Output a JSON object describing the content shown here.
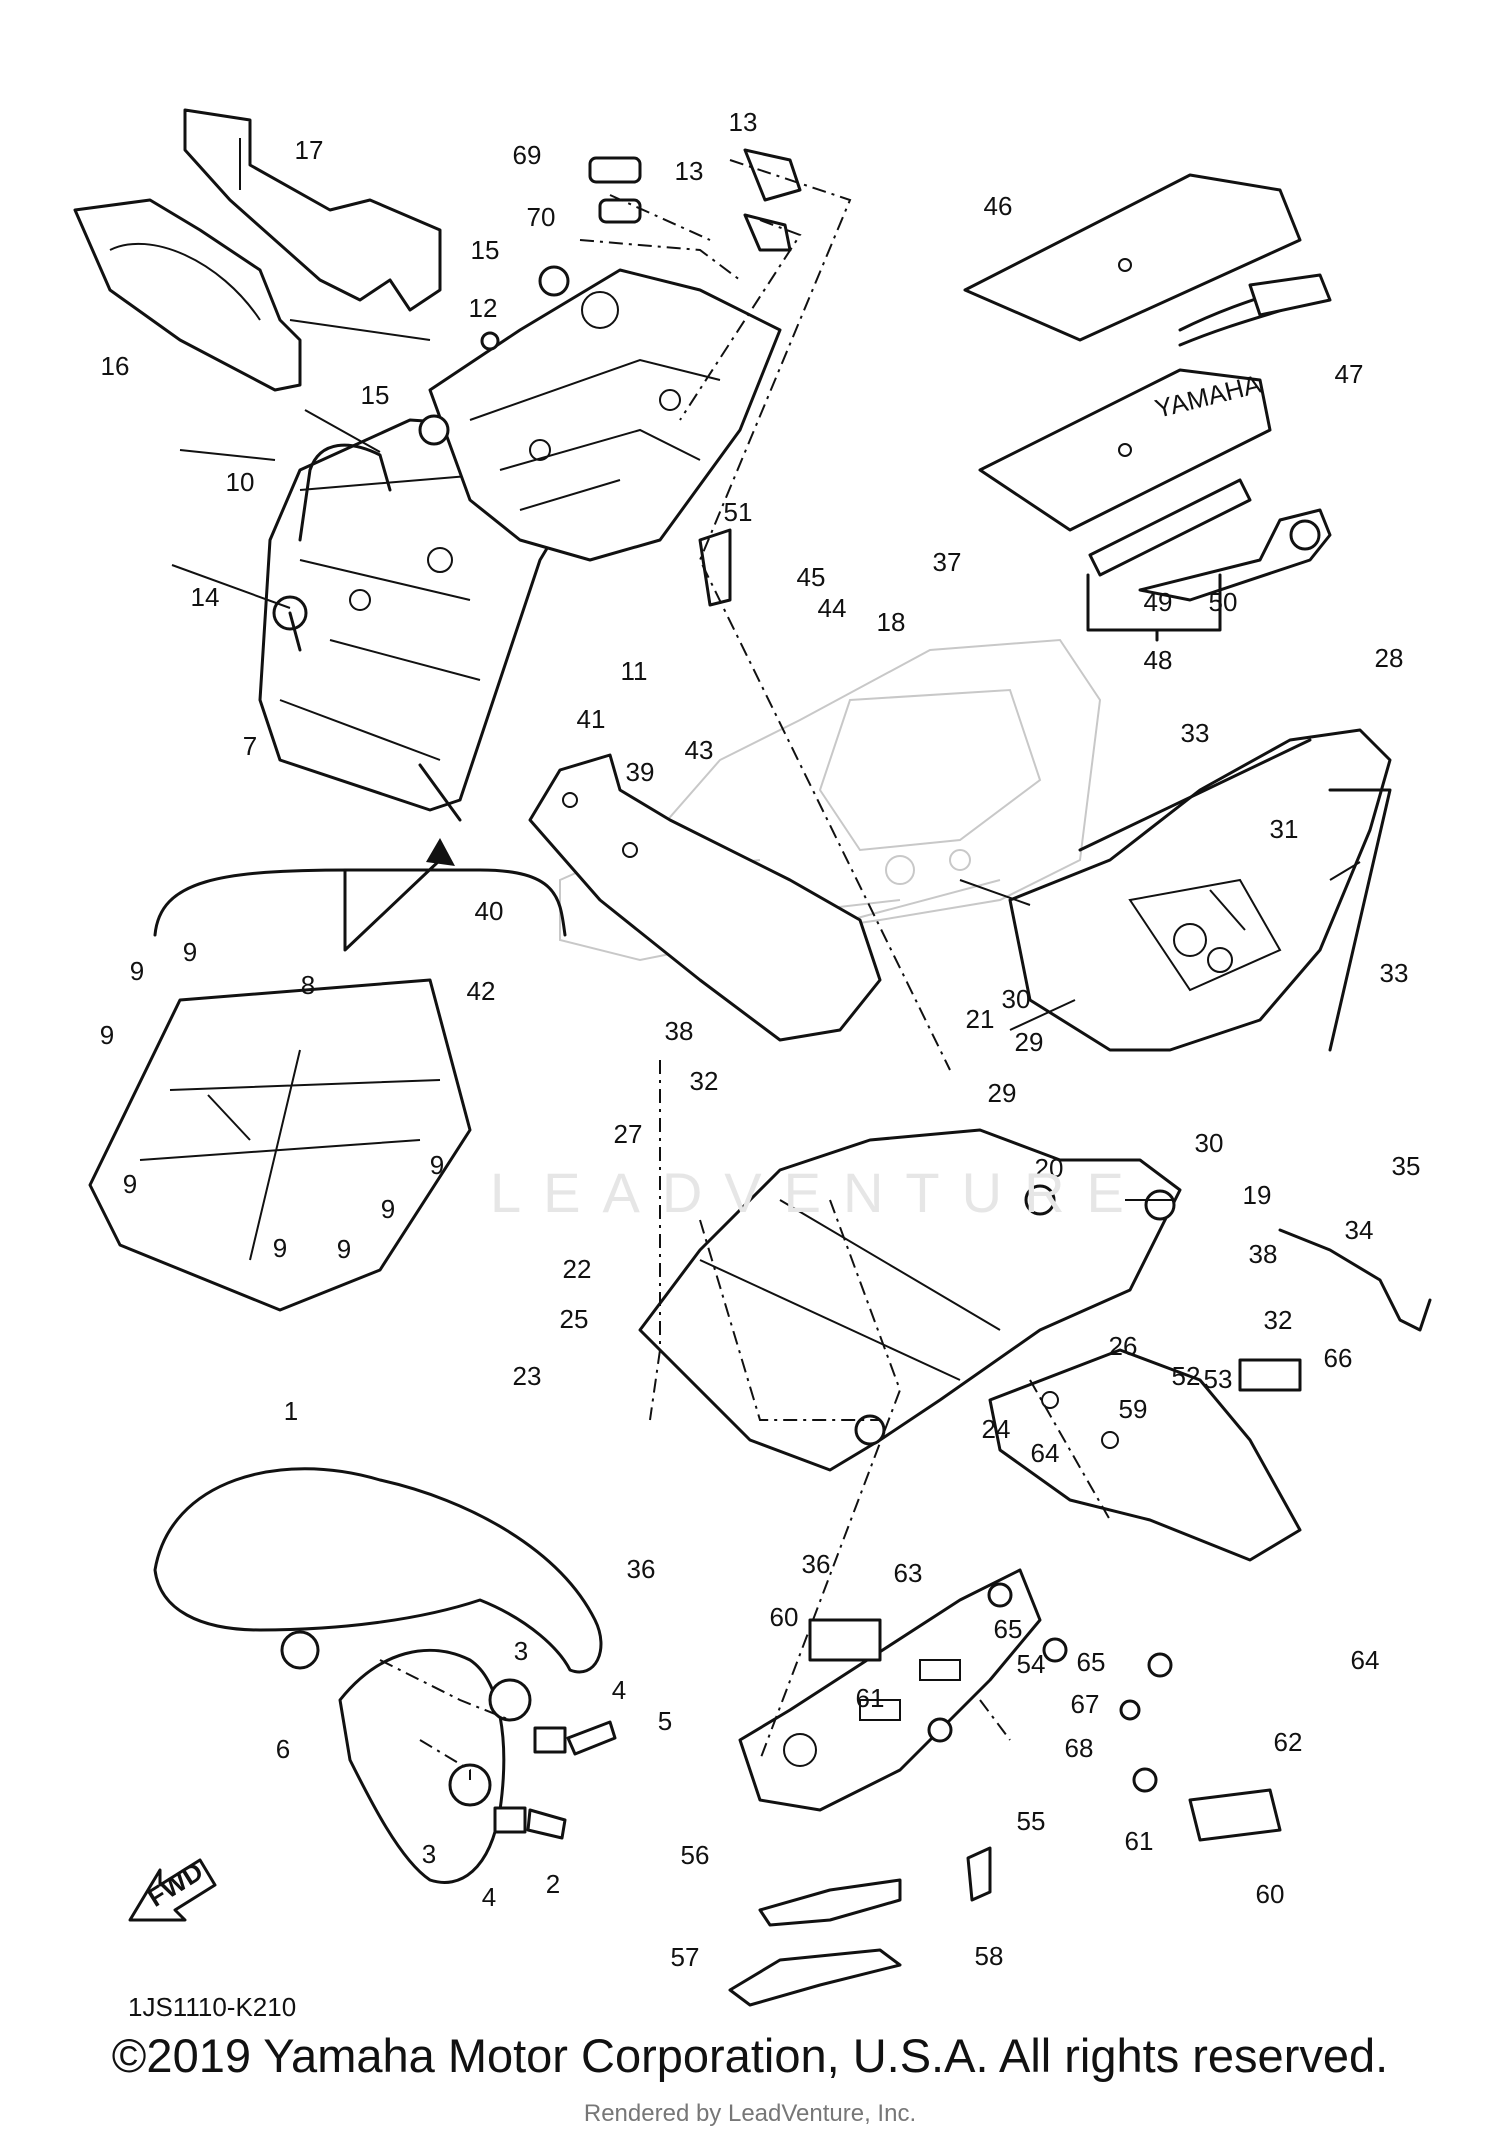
{
  "diagram": {
    "code": "1JS1110-K210",
    "watermark": "LEADVENTURE",
    "fwd_label": "FWD",
    "brand_mark": "YAMAHA"
  },
  "callouts": [
    {
      "id": "c1",
      "text": "1"
    },
    {
      "id": "c2",
      "text": "2"
    },
    {
      "id": "c3a",
      "text": "3"
    },
    {
      "id": "c3b",
      "text": "3"
    },
    {
      "id": "c4a",
      "text": "4"
    },
    {
      "id": "c4b",
      "text": "4"
    },
    {
      "id": "c5",
      "text": "5"
    },
    {
      "id": "c6",
      "text": "6"
    },
    {
      "id": "c7",
      "text": "7"
    },
    {
      "id": "c8",
      "text": "8"
    },
    {
      "id": "c9a",
      "text": "9"
    },
    {
      "id": "c9b",
      "text": "9"
    },
    {
      "id": "c9c",
      "text": "9"
    },
    {
      "id": "c9d",
      "text": "9"
    },
    {
      "id": "c9e",
      "text": "9"
    },
    {
      "id": "c9f",
      "text": "9"
    },
    {
      "id": "c9g",
      "text": "9"
    },
    {
      "id": "c9h",
      "text": "9"
    },
    {
      "id": "c10",
      "text": "10"
    },
    {
      "id": "c11",
      "text": "11"
    },
    {
      "id": "c12",
      "text": "12"
    },
    {
      "id": "c13a",
      "text": "13"
    },
    {
      "id": "c13b",
      "text": "13"
    },
    {
      "id": "c14",
      "text": "14"
    },
    {
      "id": "c15a",
      "text": "15"
    },
    {
      "id": "c15b",
      "text": "15"
    },
    {
      "id": "c16",
      "text": "16"
    },
    {
      "id": "c17",
      "text": "17"
    },
    {
      "id": "c18",
      "text": "18"
    },
    {
      "id": "c19",
      "text": "19"
    },
    {
      "id": "c20",
      "text": "20"
    },
    {
      "id": "c21",
      "text": "21"
    },
    {
      "id": "c22",
      "text": "22"
    },
    {
      "id": "c23",
      "text": "23"
    },
    {
      "id": "c24",
      "text": "24"
    },
    {
      "id": "c25",
      "text": "25"
    },
    {
      "id": "c26",
      "text": "26"
    },
    {
      "id": "c27",
      "text": "27"
    },
    {
      "id": "c28",
      "text": "28"
    },
    {
      "id": "c29a",
      "text": "29"
    },
    {
      "id": "c29b",
      "text": "29"
    },
    {
      "id": "c30a",
      "text": "30"
    },
    {
      "id": "c30b",
      "text": "30"
    },
    {
      "id": "c31",
      "text": "31"
    },
    {
      "id": "c32a",
      "text": "32"
    },
    {
      "id": "c32b",
      "text": "32"
    },
    {
      "id": "c33a",
      "text": "33"
    },
    {
      "id": "c33b",
      "text": "33"
    },
    {
      "id": "c34",
      "text": "34"
    },
    {
      "id": "c35",
      "text": "35"
    },
    {
      "id": "c36a",
      "text": "36"
    },
    {
      "id": "c36b",
      "text": "36"
    },
    {
      "id": "c37",
      "text": "37"
    },
    {
      "id": "c38a",
      "text": "38"
    },
    {
      "id": "c38b",
      "text": "38"
    },
    {
      "id": "c39",
      "text": "39"
    },
    {
      "id": "c40",
      "text": "40"
    },
    {
      "id": "c41",
      "text": "41"
    },
    {
      "id": "c42",
      "text": "42"
    },
    {
      "id": "c43",
      "text": "43"
    },
    {
      "id": "c44",
      "text": "44"
    },
    {
      "id": "c45",
      "text": "45"
    },
    {
      "id": "c46",
      "text": "46"
    },
    {
      "id": "c47",
      "text": "47"
    },
    {
      "id": "c48",
      "text": "48"
    },
    {
      "id": "c49",
      "text": "49"
    },
    {
      "id": "c50",
      "text": "50"
    },
    {
      "id": "c51",
      "text": "51"
    },
    {
      "id": "c52",
      "text": "52"
    },
    {
      "id": "c53",
      "text": "53"
    },
    {
      "id": "c54",
      "text": "54"
    },
    {
      "id": "c55",
      "text": "55"
    },
    {
      "id": "c56",
      "text": "56"
    },
    {
      "id": "c57",
      "text": "57"
    },
    {
      "id": "c58",
      "text": "58"
    },
    {
      "id": "c59",
      "text": "59"
    },
    {
      "id": "c60a",
      "text": "60"
    },
    {
      "id": "c60b",
      "text": "60"
    },
    {
      "id": "c61a",
      "text": "61"
    },
    {
      "id": "c61b",
      "text": "61"
    },
    {
      "id": "c62",
      "text": "62"
    },
    {
      "id": "c63",
      "text": "63"
    },
    {
      "id": "c64a",
      "text": "64"
    },
    {
      "id": "c64b",
      "text": "64"
    },
    {
      "id": "c65a",
      "text": "65"
    },
    {
      "id": "c65b",
      "text": "65"
    },
    {
      "id": "c66",
      "text": "66"
    },
    {
      "id": "c67",
      "text": "67"
    },
    {
      "id": "c68",
      "text": "68"
    },
    {
      "id": "c69",
      "text": "69"
    },
    {
      "id": "c70",
      "text": "70"
    }
  ],
  "footer": {
    "copyright": "©2019 Yamaha Motor Corporation, U.S.A. All rights reserved.",
    "rendered_by": "Rendered by LeadVenture, Inc."
  }
}
